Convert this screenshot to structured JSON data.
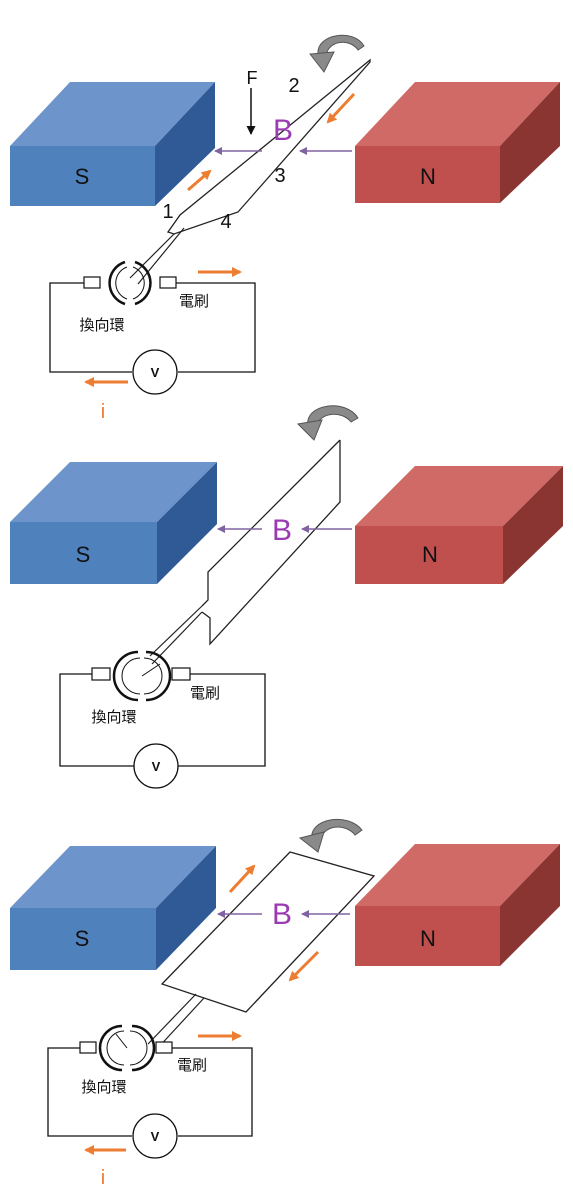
{
  "labels": {
    "south": "S",
    "north": "N",
    "field": "B",
    "force": "F",
    "commutator": "換向環",
    "brush": "電刷",
    "voltmeter": "V",
    "current": "i",
    "side1": "1",
    "side2": "2",
    "side3": "3",
    "side4": "4"
  },
  "colors": {
    "south_magnet": "#4f81bd",
    "north_magnet": "#c0504d",
    "field_arrow": "#8064a2",
    "field_label": "#9b3bb4",
    "current_arrow": "#ed7d31",
    "rotation_arrow": "#808080"
  },
  "icons": {
    "rotation": "curved-rotation-arrow",
    "voltmeter": "voltmeter-circle-icon"
  }
}
